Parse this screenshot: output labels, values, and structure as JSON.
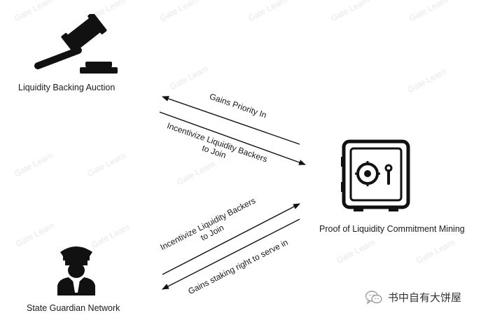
{
  "nodes": {
    "auction": "Liquidity Backing Auction",
    "mining": "Proof of Liquidity Commitment Mining",
    "guardian": "State Guardian Network"
  },
  "arrows": {
    "top_left": "Gains Priority In",
    "top_right_line1": "Incentivize Liquidity Backers",
    "top_right_line2": "to Join",
    "bottom_right_line1": "Incentivize Liquidity Backers",
    "bottom_right_line2": "to Join",
    "bottom_left": "Gains staking right to serve in"
  },
  "watermark": "Gate Learn",
  "wechat_account": "书中自有大饼屋",
  "colors": {
    "stroke": "#111111",
    "watermark": "#d4d4d4",
    "wechat_green": "#9e9e9e"
  },
  "icons": {
    "auction": "gavel-icon",
    "mining": "safe-icon",
    "guardian": "guard-officer-icon",
    "footer": "wechat-icon"
  }
}
